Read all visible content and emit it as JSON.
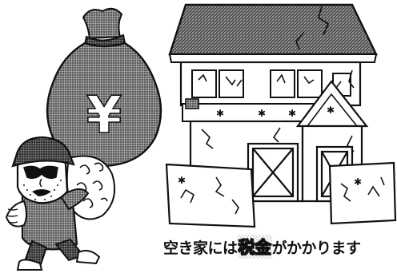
{
  "illustration": {
    "money_bag_symbol": "¥",
    "caption": {
      "before": "空き家には",
      "highlight": "税金",
      "after": "がかかります"
    }
  },
  "colors": {
    "ink": "#111111",
    "paper": "#ffffff",
    "screentone_dark": "#6a6a6a",
    "screentone_mid": "#9a9a9a"
  },
  "icons": [
    "yen-money-bag-icon",
    "thief-character",
    "abandoned-house"
  ]
}
